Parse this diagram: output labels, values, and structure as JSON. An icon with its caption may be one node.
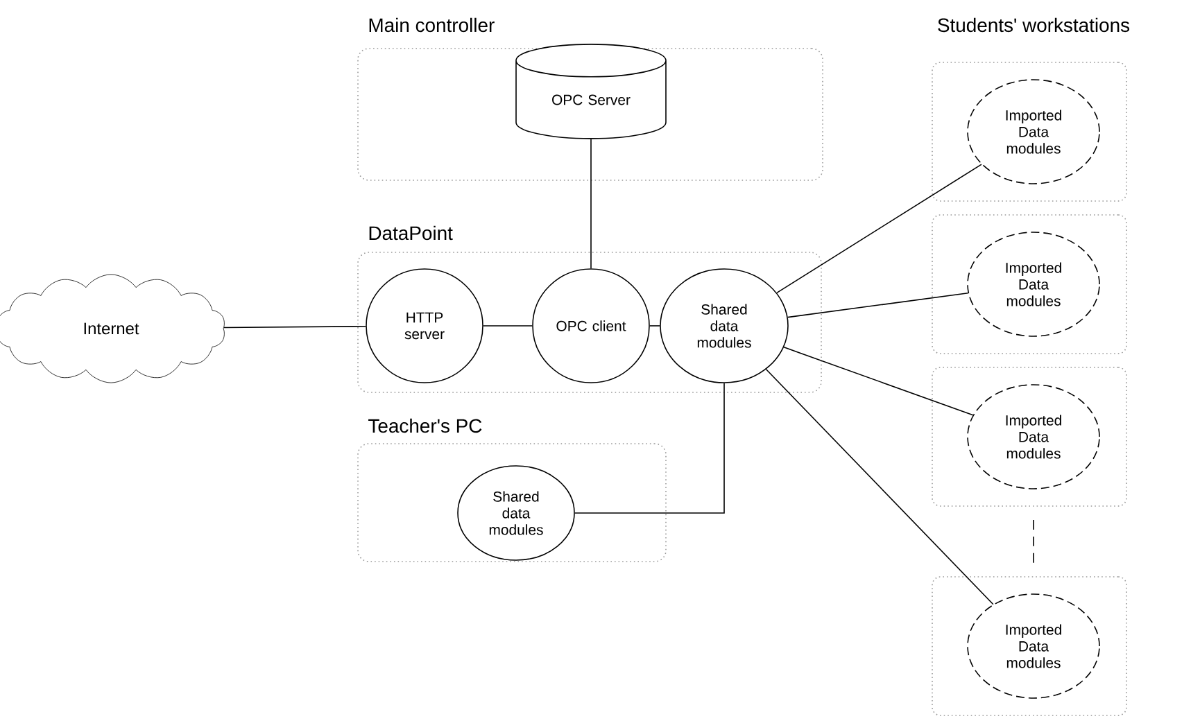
{
  "diagram": {
    "nodes": [
      {
        "text": [
          "Main controller"
        ]
      },
      {
        "text": [
          "OPC Server"
        ],
        "in": 0
      },
      {
        "text": [
          "DataPoint"
        ]
      },
      {
        "text": [
          "HTTP server"
        ],
        "in": 2
      },
      {
        "text": [
          "OPC client"
        ],
        "in": 2
      },
      {
        "text": [
          "Shared data modules"
        ],
        "in": 2
      },
      {
        "text": [
          "Internet"
        ]
      },
      {
        "text": [
          "Teacher's PC"
        ]
      },
      {
        "text": [
          "Shared data modules"
        ],
        "in": 7
      },
      {
        "text": [],
        "shape": "box"
      },
      {
        "text": [
          "Imported Data modules"
        ],
        "in": 9
      },
      {
        "text": [],
        "shape": "box"
      },
      {
        "text": [
          "Imported Data modules"
        ],
        "in": 11
      },
      {
        "text": [],
        "shape": "box"
      },
      {
        "text": [
          "Imported Data modules"
        ],
        "in": 13
      },
      {
        "text": [],
        "shape": "box"
      },
      {
        "text": [
          "Imported Data modules"
        ],
        "in": 15
      }
    ],
    "edges": [
      {
        "from": 1,
        "to": 4,
        "arrow": "none"
      },
      {
        "from": 6,
        "to": 3,
        "arrow": "none"
      },
      {
        "from": 3,
        "to": 4,
        "arrow": "none"
      },
      {
        "from": 4,
        "to": 5,
        "arrow": "none"
      },
      {
        "from": 5,
        "to": 10,
        "arrow": "none"
      },
      {
        "from": 5,
        "to": 12,
        "arrow": "none"
      },
      {
        "from": 5,
        "to": 14,
        "arrow": "none"
      },
      {
        "from": 5,
        "to": 16,
        "arrow": "none"
      },
      {
        "from": 5,
        "to": 8,
        "arrow": "none"
      }
    ],
    "labels": [
      "Students' workstations"
    ]
  }
}
